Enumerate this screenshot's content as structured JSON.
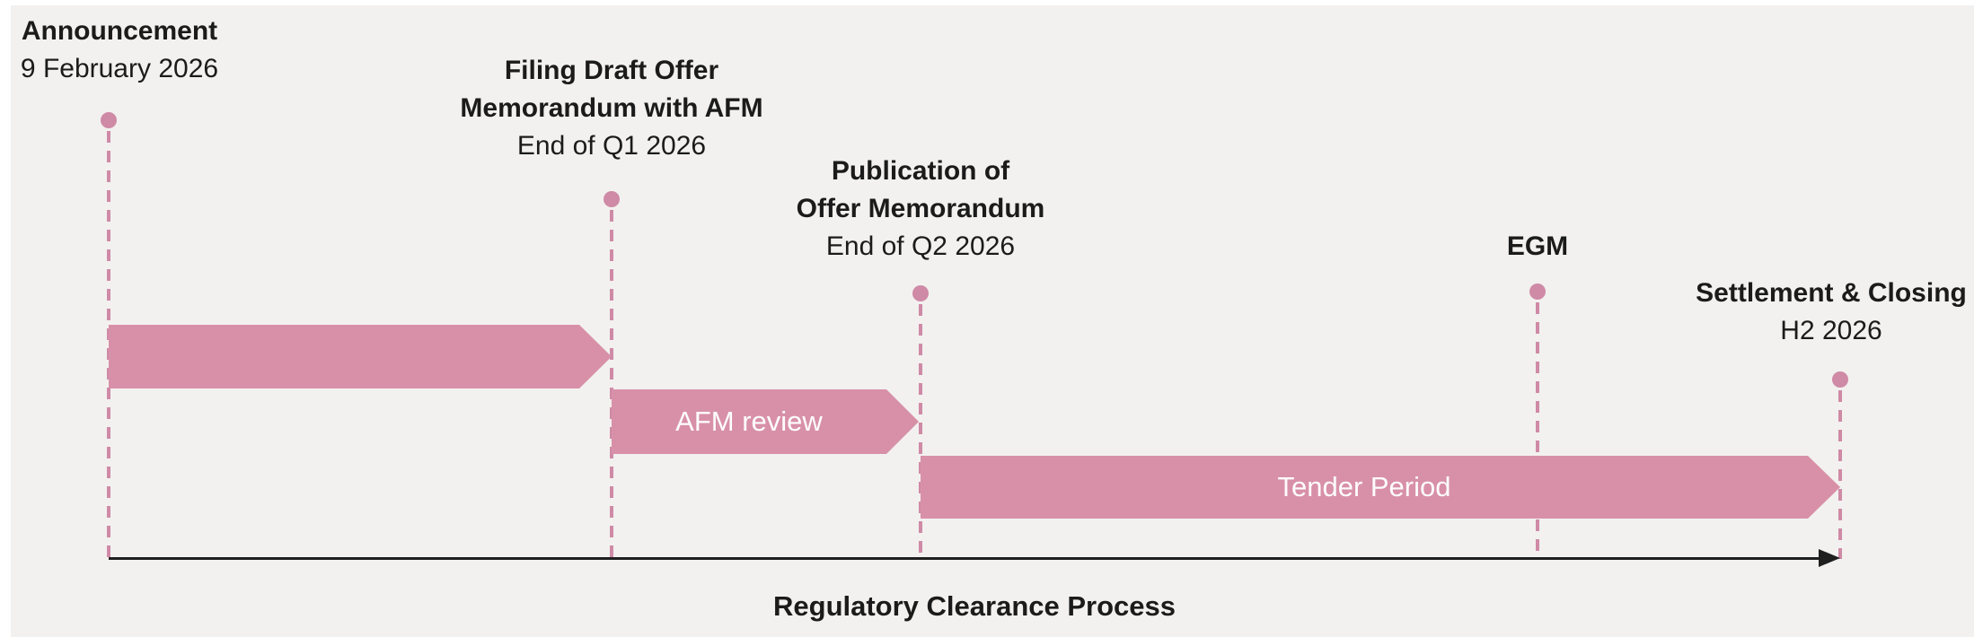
{
  "diagram": {
    "axis_title": "Regulatory Clearance Process",
    "milestones": [
      {
        "title_lines": [
          "Announcement"
        ],
        "date": "9 February 2026"
      },
      {
        "title_lines": [
          "Filing Draft Offer",
          "Memorandum with AFM"
        ],
        "date": "End of Q1 2026"
      },
      {
        "title_lines": [
          "Publication of",
          "Offer Memorandum"
        ],
        "date": "End of Q2 2026"
      },
      {
        "title_lines": [
          "EGM"
        ],
        "date": ""
      },
      {
        "title_lines": [
          "Settlement & Closing"
        ],
        "date": "H2 2026"
      }
    ],
    "bars": [
      {
        "label": ""
      },
      {
        "label": "AFM review"
      },
      {
        "label": "Tender Period"
      }
    ],
    "colors": {
      "bar_pink": "#d890a9",
      "leader_pink": "#cf8aa6",
      "text": "#1b1b1b",
      "background": "#f2f1ef",
      "axis": "#1f1f1f"
    }
  }
}
